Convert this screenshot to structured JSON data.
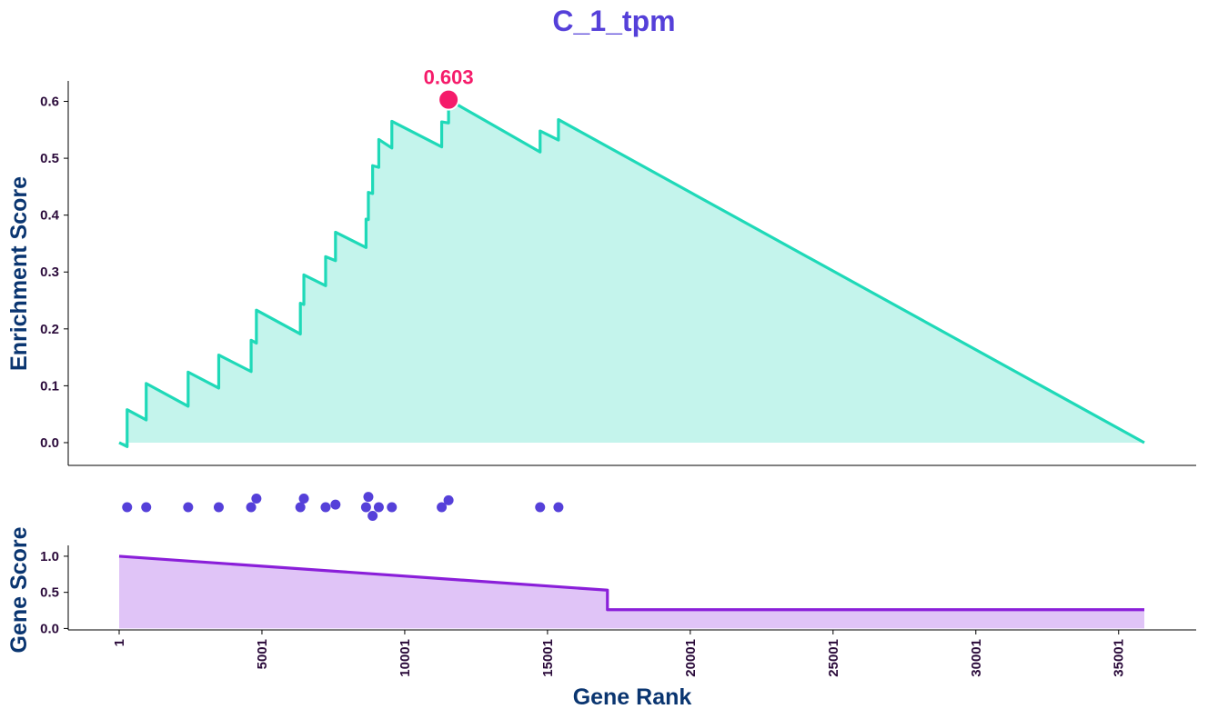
{
  "chart_data": {
    "type": "line",
    "title": "C_1_tpm",
    "xlabel": "Gene Rank",
    "xlim": [
      1,
      35901
    ],
    "x_ticks": [
      1,
      5001,
      10001,
      15001,
      20001,
      25001,
      30001,
      35001
    ],
    "x_tick_labels": [
      "1",
      "5001",
      "10001",
      "15001",
      "20001",
      "25001",
      "30001",
      "35001"
    ],
    "colors": {
      "title": "#5540d9",
      "axis_label": "#0a3570",
      "tick_label": "#2a0a3a",
      "enrichment_line": "#1fd9b8",
      "enrichment_fill": "#c4f4ec",
      "peak": "#f51b6a",
      "hits": "#5540d9",
      "gene_score_line": "#8a1fd9",
      "gene_score_fill": "#e0c4f7"
    },
    "enrichment": {
      "ylabel": "Enrichment Score",
      "ylim": [
        -0.04,
        0.636
      ],
      "y_ticks": [
        0.0,
        0.1,
        0.2,
        0.3,
        0.4,
        0.5,
        0.6
      ],
      "y_tick_labels": [
        "0.0",
        "0.1",
        "0.2",
        "0.3",
        "0.4",
        "0.5",
        "0.6"
      ],
      "x": [
        1,
        280,
        280,
        948,
        948,
        2417,
        2417,
        3488,
        3488,
        4622,
        4622,
        4807,
        4807,
        6346,
        6346,
        6469,
        6469,
        7231,
        7231,
        7577,
        7577,
        8646,
        8646,
        8728,
        8728,
        8877,
        8877,
        9093,
        9093,
        9550,
        9550,
        11296,
        11296,
        11536,
        11536,
        14742,
        14742,
        15384,
        15384,
        35901
      ],
      "y": [
        0.0,
        -0.007,
        0.058,
        0.04,
        0.104,
        0.064,
        0.124,
        0.096,
        0.154,
        0.125,
        0.18,
        0.175,
        0.233,
        0.191,
        0.245,
        0.243,
        0.295,
        0.276,
        0.327,
        0.32,
        0.37,
        0.343,
        0.393,
        0.392,
        0.44,
        0.438,
        0.487,
        0.484,
        0.533,
        0.518,
        0.565,
        0.52,
        0.564,
        0.562,
        0.603,
        0.511,
        0.548,
        0.532,
        0.568,
        0.0
      ],
      "peak": {
        "x": 11536,
        "value": 0.603,
        "label": "0.603"
      }
    },
    "hits": {
      "x": [
        280,
        948,
        2417,
        3488,
        4622,
        4807,
        6346,
        6469,
        7231,
        7577,
        8646,
        8728,
        8877,
        9093,
        9550,
        11296,
        11536,
        14742,
        15384
      ],
      "offset": [
        0,
        0,
        0,
        0,
        0,
        1,
        0,
        1,
        0,
        0.3,
        0,
        1.2,
        -1,
        0,
        0,
        0,
        0.8,
        0,
        0
      ]
    },
    "gene_score": {
      "ylabel": "Gene Score",
      "ylim": [
        -0.02,
        1.15
      ],
      "y_ticks": [
        0.0,
        0.5,
        1.0
      ],
      "y_tick_labels": [
        "0.0",
        "0.5",
        "1.0"
      ],
      "x": [
        1,
        17100,
        17100,
        35901
      ],
      "y": [
        1.0,
        0.53,
        0.26,
        0.26
      ]
    }
  }
}
